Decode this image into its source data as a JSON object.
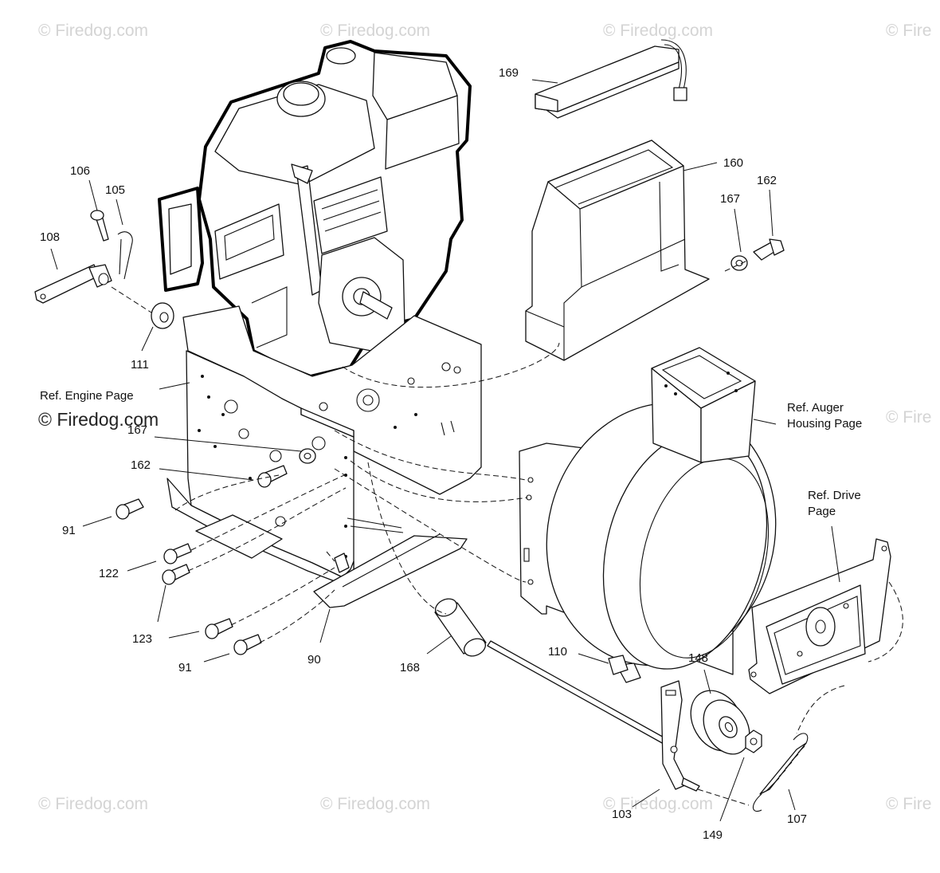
{
  "watermark": {
    "text": "© Firedog.com",
    "partial_text": "© Fire",
    "prominent_text": "© Firedog.com"
  },
  "callouts": {
    "p169": "169",
    "p160": "160",
    "p162_right": "162",
    "p167_right": "167",
    "p106": "106",
    "p105": "105",
    "p108": "108",
    "p111": "111",
    "p167_left": "167",
    "p162_left": "162",
    "p91_top": "91",
    "p122": "122",
    "p123": "123",
    "p91_bottom": "91",
    "p90": "90",
    "p168": "168",
    "p110": "110",
    "p148": "148",
    "p103": "103",
    "p149": "149",
    "p107": "107"
  },
  "references": {
    "engine_page": "Ref. Engine Page",
    "auger_line1": "Ref. Auger",
    "auger_line2": "Housing Page",
    "drive_line1": "Ref. Drive",
    "drive_line2": "Page"
  }
}
